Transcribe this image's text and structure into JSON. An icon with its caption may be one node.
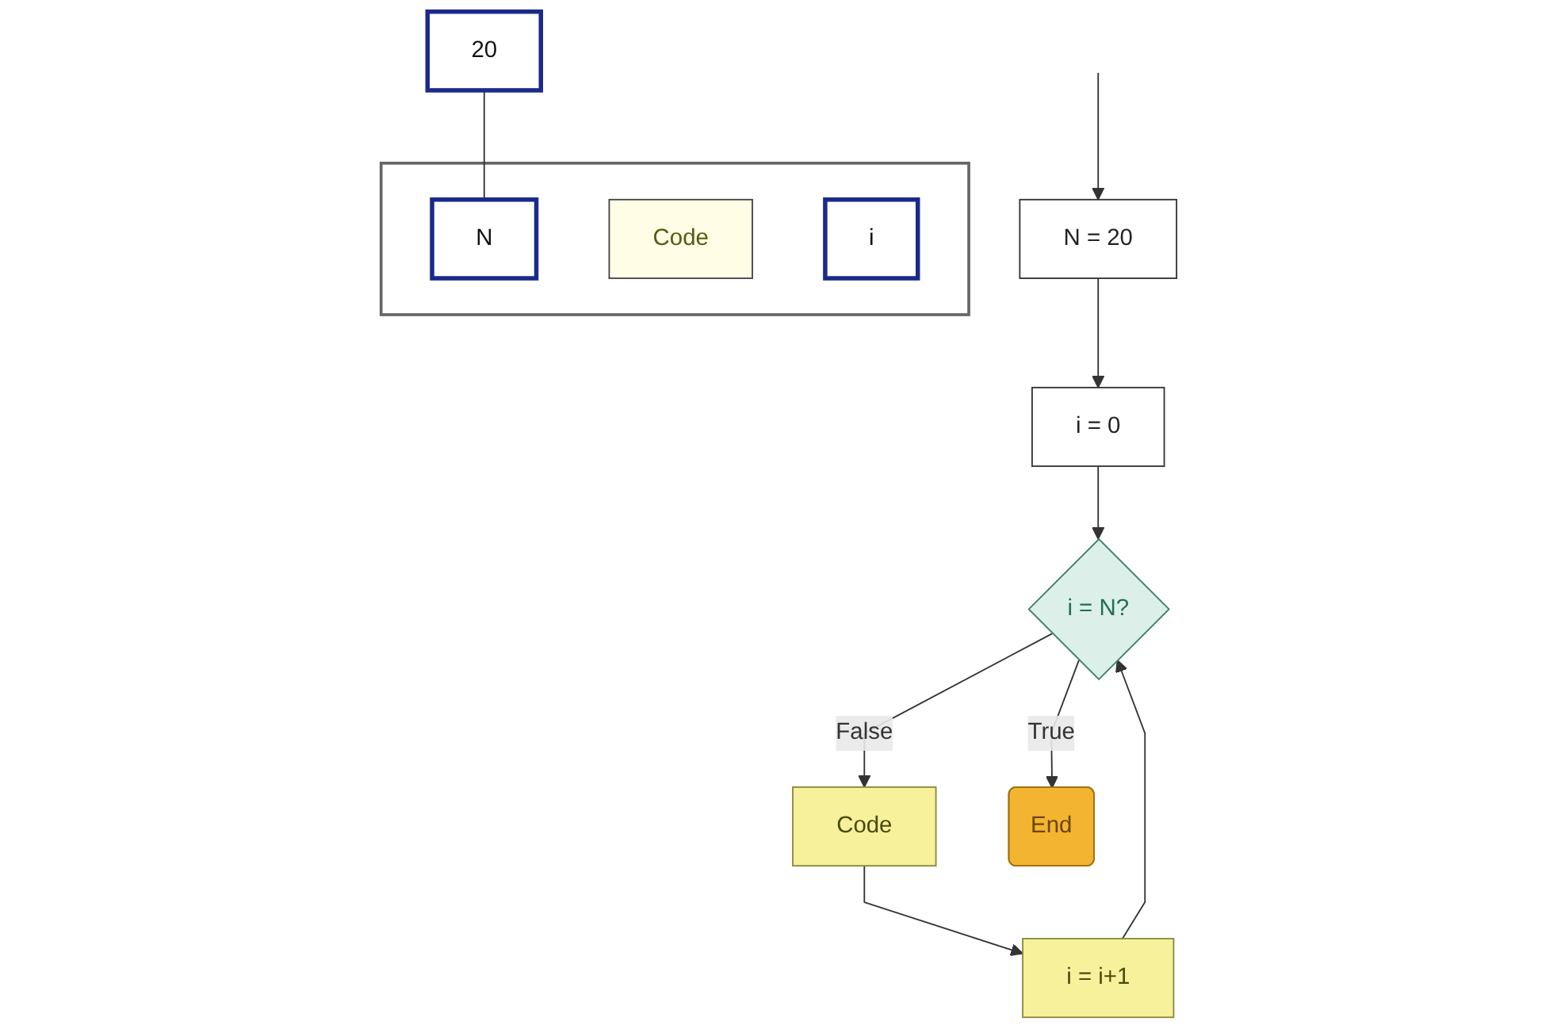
{
  "diagram": {
    "nodes": [
      {
        "text": [
          "N = 20"
        ]
      },
      {
        "text": [
          "i = 0"
        ]
      },
      {
        "text": [
          "i = N?"
        ]
      },
      {
        "text": [
          "Code"
        ]
      },
      {
        "text": [
          "i = i+1"
        ]
      },
      {
        "text": [
          "End"
        ]
      },
      {
        "text": [],
        "shape": "box"
      },
      {
        "text": [
          "20"
        ]
      },
      {
        "text": [
          "N"
        ],
        "in": 6
      },
      {
        "text": [
          "Code"
        ],
        "in": 6
      },
      {
        "text": [
          "i"
        ],
        "in": 6
      }
    ],
    "edges": [
      {
        "from": null,
        "to": 0,
        "arrow": "to"
      },
      {
        "from": 0,
        "to": 1,
        "arrow": "to"
      },
      {
        "from": 1,
        "to": 2,
        "arrow": "to"
      },
      {
        "from": 4,
        "to": 2,
        "arrow": "to"
      },
      {
        "from": 2,
        "to": 3,
        "label": "False",
        "arrow": "to"
      },
      {
        "from": 3,
        "to": 4,
        "arrow": "to"
      },
      {
        "from": 2,
        "to": 5,
        "label": "True",
        "arrow": "to"
      },
      {
        "from": 7,
        "to": 8,
        "arrow": "none"
      }
    ]
  }
}
